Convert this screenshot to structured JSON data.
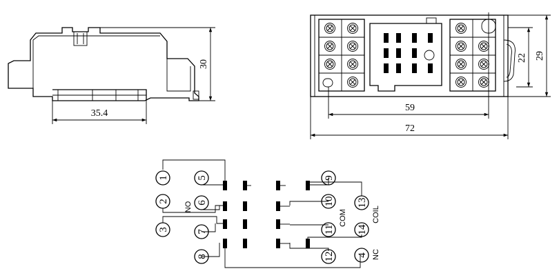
{
  "side_view": {
    "width_dim": "35.4",
    "height_dim": "30"
  },
  "top_view": {
    "total_width_dim": "72",
    "mount_width_dim": "59",
    "inner_height_dim": "22",
    "total_height_dim": "29"
  },
  "wiring": {
    "pins": [
      "1",
      "2",
      "3",
      "4",
      "5",
      "6",
      "7",
      "8",
      "9",
      "10",
      "11",
      "12",
      "13",
      "14"
    ],
    "labels": {
      "no": "NO",
      "com": "COM",
      "coil": "COIL",
      "nc": "NC"
    }
  }
}
